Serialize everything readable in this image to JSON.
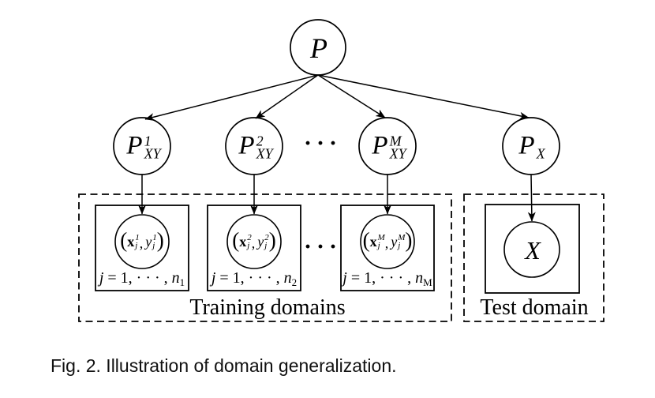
{
  "diagram": {
    "root_node": {
      "label": "P"
    },
    "distribution_nodes": [
      {
        "base": "P",
        "sup": "1",
        "sub": "XY"
      },
      {
        "base": "P",
        "sup": "2",
        "sub": "XY"
      },
      {
        "base": "P",
        "sup": "M",
        "sub": "XY"
      }
    ],
    "test_node": {
      "base": "P",
      "sup": "",
      "sub": "X"
    },
    "nodes_ellipsis": "···",
    "boxes_ellipsis": "···",
    "training_boxes": [
      {
        "sample": {
          "open": "(",
          "x": "x",
          "x_sup": "1",
          "x_sub": "j",
          "comma": ",",
          "y": "y",
          "y_sup": "1",
          "y_sub": "j",
          "close": ")"
        },
        "index": {
          "var": "j",
          "mid": " = 1, · · · , ",
          "n": "n",
          "sub": "1"
        }
      },
      {
        "sample": {
          "open": "(",
          "x": "x",
          "x_sup": "2",
          "x_sub": "j",
          "comma": ",",
          "y": "y",
          "y_sup": "2",
          "y_sub": "j",
          "close": ")"
        },
        "index": {
          "var": "j",
          "mid": " = 1, · · · , ",
          "n": "n",
          "sub": "2"
        }
      },
      {
        "sample": {
          "open": "(",
          "x": "x",
          "x_sup": "M",
          "x_sub": "j",
          "comma": ",",
          "y": "y",
          "y_sup": "M",
          "y_sub": "j",
          "close": ")"
        },
        "index": {
          "var": "j",
          "mid": " = 1, · · · , ",
          "n": "n",
          "sub": "M"
        }
      }
    ],
    "test_box": {
      "variable": "X"
    },
    "training_group_label": "Training domains",
    "test_group_label": "Test domain"
  },
  "caption": "Fig. 2. Illustration of domain generalization."
}
